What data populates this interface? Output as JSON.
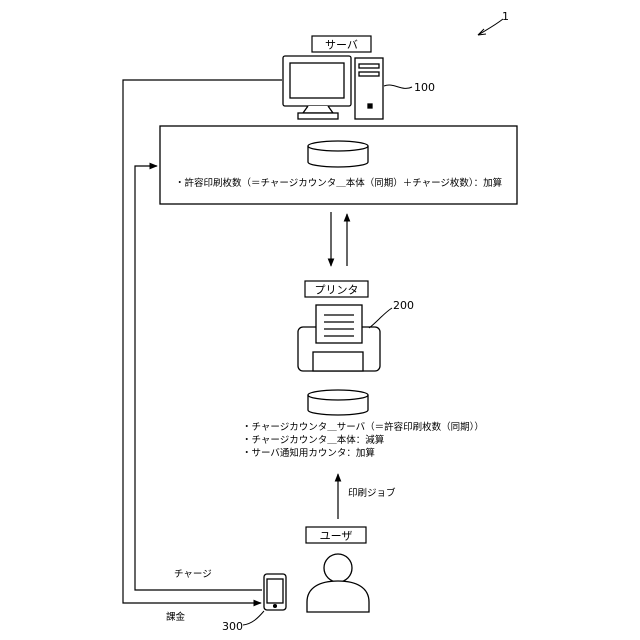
{
  "figure": {
    "number": "1"
  },
  "server": {
    "label": "サーバ",
    "ref": "100",
    "db_note": "・許容印刷枚数（＝チャージカウンタ＿本体（同期）＋チャージ枚数）：加算"
  },
  "printer": {
    "label": "プリンタ",
    "ref": "200",
    "notes": [
      "・チャージカウンタ＿サーバ（＝許容印刷枚数（同期））",
      "・チャージカウンタ＿本体：減算",
      "・サーバ通知用カウンタ：加算"
    ]
  },
  "print_job": {
    "label": "印刷ジョブ"
  },
  "user": {
    "label": "ユーザ"
  },
  "phone": {
    "ref": "300"
  },
  "flows": {
    "charge": "チャージ",
    "billing": "課金"
  }
}
